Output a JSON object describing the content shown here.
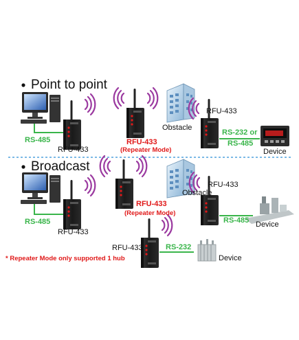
{
  "sections": {
    "point_to_point": {
      "title": "Point to point",
      "pc_link": "RS-485",
      "device_a": "RFU-433",
      "repeater": "RFU-433",
      "repeater_mode": "(Repeater Mode)",
      "obstacle": "Obstacle",
      "device_b": "RFU-433",
      "end_link_line1": "RS-232 or",
      "end_link_line2": "RS-485",
      "end_device": "Device"
    },
    "broadcast": {
      "title": "Broadcast",
      "pc_link": "RS-485",
      "device_a": "RFU-433",
      "repeater": "RFU-433",
      "repeater_mode": "(Repeater Mode)",
      "obstacle": "Obstacle",
      "device_b": "RFU-433",
      "link_b": "RS-485",
      "end_device_b": "Device",
      "device_c": "RFU-433",
      "link_c": "RS-232",
      "end_device_c": "Device"
    }
  },
  "note": "* Repeater Mode only supported 1 hub",
  "colors": {
    "link": "#39b54a",
    "highlight": "#e01818",
    "wave": "#9b3aa0",
    "divider": "#2b8fd6",
    "module": "#1c1c1c"
  }
}
